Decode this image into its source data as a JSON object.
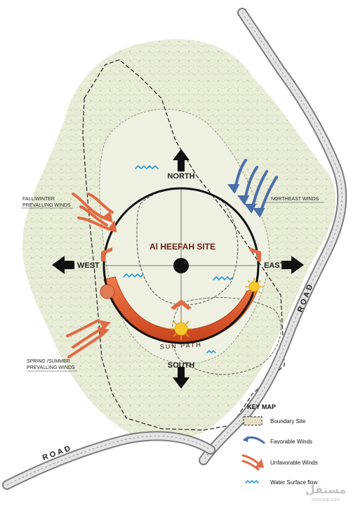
{
  "site": {
    "title": "Al HEEFAH SITE",
    "north": "NORTH",
    "south": "SOUTH",
    "east": "EAST",
    "west": "WEST",
    "sun_path": "SUN PATH"
  },
  "roads": {
    "east_label": "ROAD",
    "southwest_label": "ROAD"
  },
  "winds": {
    "fall_winter_line1": "FALL/WINTER",
    "fall_winter_line2": "PREVALLING WINDS",
    "northeast": "NORTHEAST WINDS",
    "spring_summer_line1": "SPRING /SUMMER",
    "spring_summer_line2": "PREVALLING WINDS"
  },
  "key_map": {
    "title": "KEY MAP",
    "items": [
      {
        "label": "Boundary Site",
        "icon": "dashed-box-icon"
      },
      {
        "label": "Favorable Winds",
        "icon": "blue-arrow-icon"
      },
      {
        "label": "Unfavorable Winds",
        "icon": "red-arrow-icon"
      },
      {
        "label": "Water Surface flow",
        "icon": "blue-squiggle-icon"
      }
    ]
  },
  "watermark": {
    "arabic": "مستقل",
    "latin": "mostaql.com"
  },
  "colors": {
    "terrain": "#e8ecd6",
    "terrain_light": "#eef1e2",
    "road": "#8a8a8a",
    "sun_path": "#e2572a",
    "favorable_wind": "#4a6fa8",
    "unfavorable_wind": "#e06a45",
    "water": "#2b9bd6",
    "site_title": "#6b1f14"
  }
}
